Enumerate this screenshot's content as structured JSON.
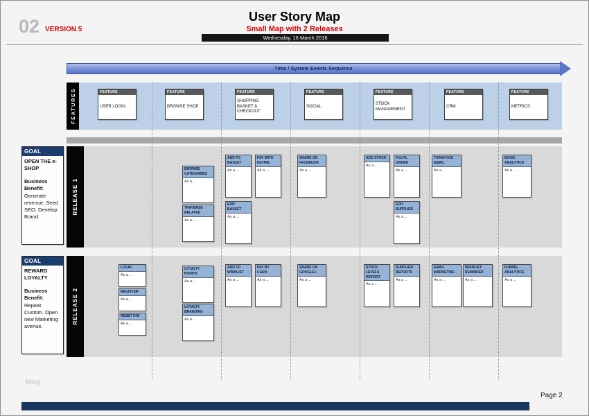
{
  "header": {
    "page_num": "02",
    "version": "VERSION 5",
    "title": "User Story Map",
    "subtitle": "Small Map with 2 Releases",
    "date": "Wednesday, 16 March 2016"
  },
  "timeline": {
    "label": "Time / System Events Sequence"
  },
  "features": {
    "axis_label": "FEATURES",
    "card_tag": "FEATURE",
    "items": [
      "USER LOGIN",
      "BROWSE SHOP",
      "SHOPPING BASKET & CHECKOUT",
      "SOCIAL",
      "STOCK MANAGEMENT",
      "CRM",
      "METRICS"
    ]
  },
  "story_body": "As a ...",
  "releases": [
    {
      "label": "RELEASE 1",
      "goal": {
        "tag": "GOAL",
        "title": "OPEN THE e-SHOP",
        "benefit_label": "Business Benefit:",
        "benefit": "Generate revenue. Seed SEO. Develop Brand."
      },
      "stories": [
        {
          "title": "BROWSE CATEGORIES",
          "col": 1,
          "row": 0,
          "slot": 0
        },
        {
          "title": "TRAVERSE RELATED",
          "col": 1,
          "row": 1,
          "slot": 0
        },
        {
          "title": "ADD TO BASKET",
          "col": 2,
          "row": 0,
          "slot": 0
        },
        {
          "title": "PAY WITH PAYPAL",
          "col": 2,
          "row": 0,
          "slot": 1
        },
        {
          "title": "EDIT BASKET",
          "col": 2,
          "row": 1,
          "slot": 0
        },
        {
          "title": "SHARE ON FACEBOOK",
          "col": 3,
          "row": 0,
          "slot": 0
        },
        {
          "title": "ADD STOCK",
          "col": 4,
          "row": 0,
          "slot": 0
        },
        {
          "title": "FULFIL ORDER",
          "col": 4,
          "row": 0,
          "slot": 1
        },
        {
          "title": "EDIT SUPPLIER",
          "col": 4,
          "row": 1,
          "slot": 1
        },
        {
          "title": "THANKYOU EMAIL",
          "col": 5,
          "row": 0,
          "slot": 0
        },
        {
          "title": "BASIC ANALYTICS",
          "col": 6,
          "row": 0,
          "slot": 0
        }
      ]
    },
    {
      "label": "RELEASE 2",
      "goal": {
        "tag": "GOAL",
        "title": "REWARD LOYALTY",
        "benefit_label": "Business Benefit:",
        "benefit": "Repeat Custom. Open new Marketing avenue."
      },
      "stories": [
        {
          "title": "LOGIN",
          "col": 0,
          "row": 0,
          "slot": 0
        },
        {
          "title": "REGISTER",
          "col": 0,
          "row": 1,
          "slot": 0
        },
        {
          "title": "RESET P/W",
          "col": 0,
          "row": 2,
          "slot": 0
        },
        {
          "title": "LOYALTY POINTS",
          "col": 1,
          "row": 0,
          "slot": 0
        },
        {
          "title": "LOYALTY BRANDING",
          "col": 1,
          "row": 1,
          "slot": 0
        },
        {
          "title": "ADD TO WISHLIST",
          "col": 2,
          "row": 0,
          "slot": 0
        },
        {
          "title": "PAY BY CARD",
          "col": 2,
          "row": 0,
          "slot": 1
        },
        {
          "title": "SHARE ON GOOGLE+",
          "col": 3,
          "row": 0,
          "slot": 0
        },
        {
          "title": "STOCK LEVELS REPORT",
          "col": 4,
          "row": 0,
          "slot": 0
        },
        {
          "title": "SUPPLIER REPORTS",
          "col": 4,
          "row": 0,
          "slot": 1
        },
        {
          "title": "EMAIL MARKETING",
          "col": 5,
          "row": 0,
          "slot": 0
        },
        {
          "title": "WISHLIST REMINDER",
          "col": 5,
          "row": 0,
          "slot": 1
        },
        {
          "title": "FUNNEL ANALYTICS",
          "col": 6,
          "row": 0,
          "slot": 0
        }
      ]
    }
  ],
  "footer": {
    "watermark": "blog",
    "page_label": "Page 2"
  },
  "colors": {
    "accent_red": "#d90000",
    "features_band": "#bcd0e8",
    "story_header": "#95b3d7",
    "goal_header": "#1b3c6e",
    "footer_bar": "#17365d"
  }
}
